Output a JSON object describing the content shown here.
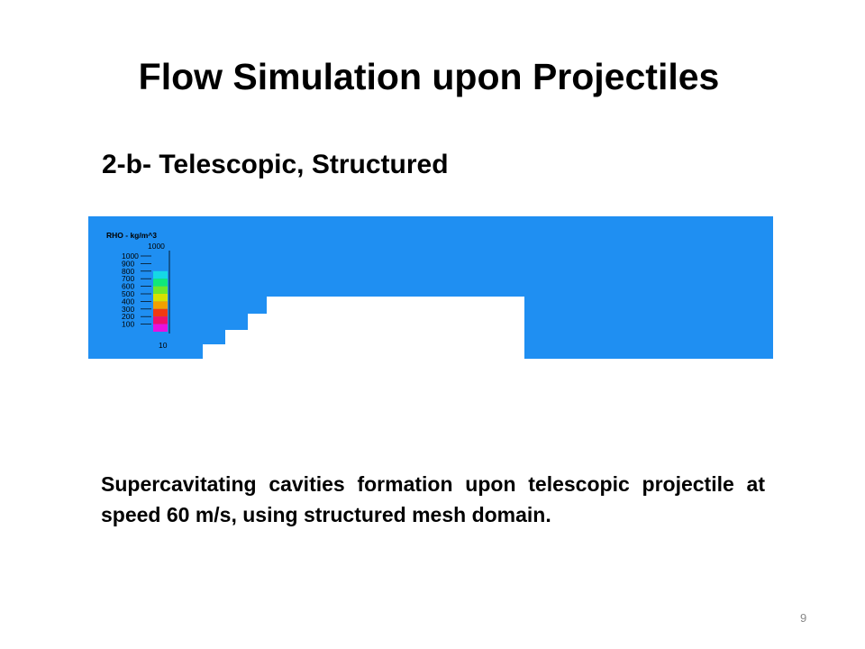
{
  "slide": {
    "title": "Flow Simulation upon Projectiles",
    "subtitle": "2-b- Telescopic, Structured",
    "caption": "Supercavitating cavities formation upon telescopic projectile at speed 60 m/s, using structured mesh domain.",
    "page_number": "9"
  },
  "legend": {
    "title": "RHO - kg/m^3",
    "max_label": "1000",
    "min_label": "10",
    "ticks": [
      "1000",
      "900",
      "800",
      "700",
      "600",
      "500",
      "400",
      "300",
      "200",
      "100"
    ],
    "colors": [
      "#1f8ff2",
      "#1f8ff2",
      "#15d8e6",
      "#10e87a",
      "#6ee82a",
      "#d8e000",
      "#f0a000",
      "#f03a10",
      "#f0106a",
      "#e810e0"
    ]
  },
  "colors": {
    "water": "#1f8ff2",
    "projectile": "#ffffff"
  }
}
